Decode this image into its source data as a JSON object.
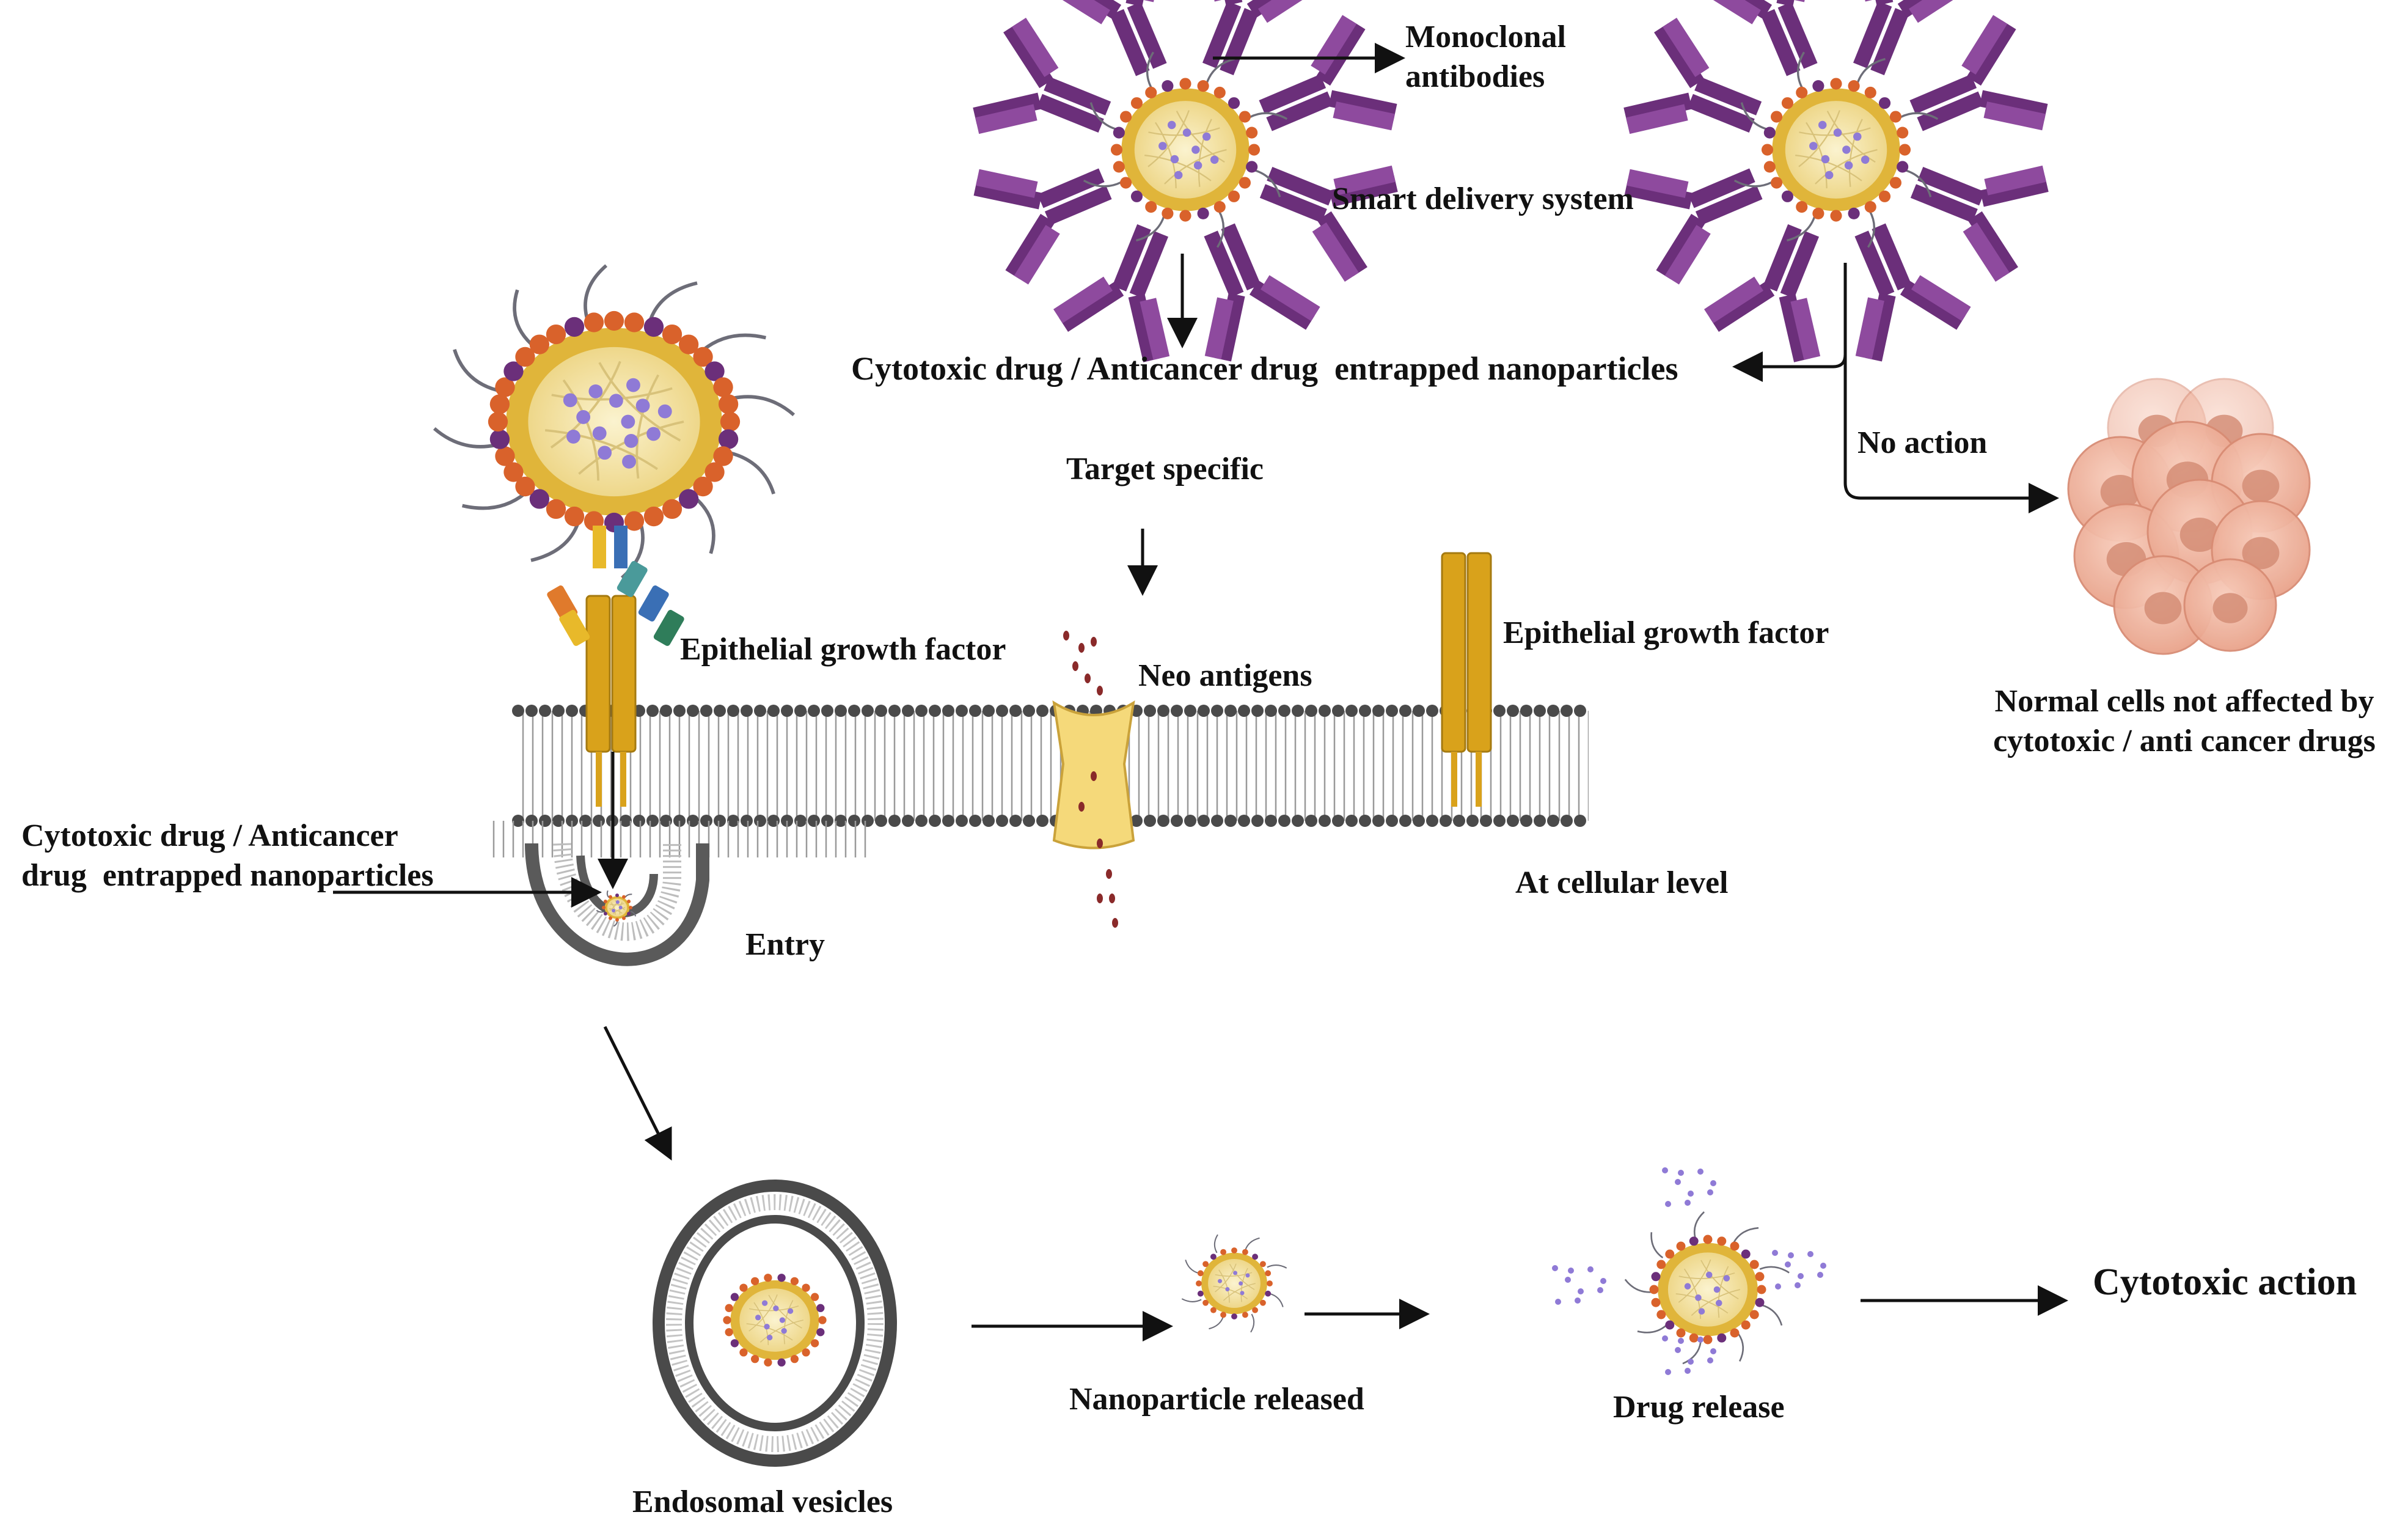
{
  "labels": {
    "monoclonal": "Monoclonal antibodies",
    "smart_delivery": "Smart delivery system",
    "cytotoxic_np_top": "Cytotoxic drug / Anticancer drug  entrapped nanoparticles",
    "no_action": "No action",
    "target_specific": "Target specific",
    "egf_left": "Epithelial growth factor",
    "neo_antigens": "Neo antigens",
    "egf_right": "Epithelial growth factor",
    "normal_cells": "Normal cells not affected by cytotoxic / anti cancer drugs",
    "cytotoxic_np_left": "Cytotoxic drug / Anticancer drug  entrapped nanoparticles",
    "at_cellular_level": "At cellular level",
    "entry": "Entry",
    "endosomal_vesicles": "Endosomal vesicles",
    "nanoparticle_released": "Nanoparticle released",
    "drug_release": "Drug release",
    "cytotoxic_action": "Cytotoxic action"
  },
  "colors": {
    "antibody": "#6b2f7a",
    "lipid_head": "#d9622b",
    "lipid_tail": "#e0b53a",
    "core": "#f3e8b8",
    "drug": "#8f7ad6",
    "membrane_head": "#4a4a4a",
    "receptor": "#d9a21b",
    "normal_cell": "#f2b8a2",
    "arrow": "#111111"
  }
}
